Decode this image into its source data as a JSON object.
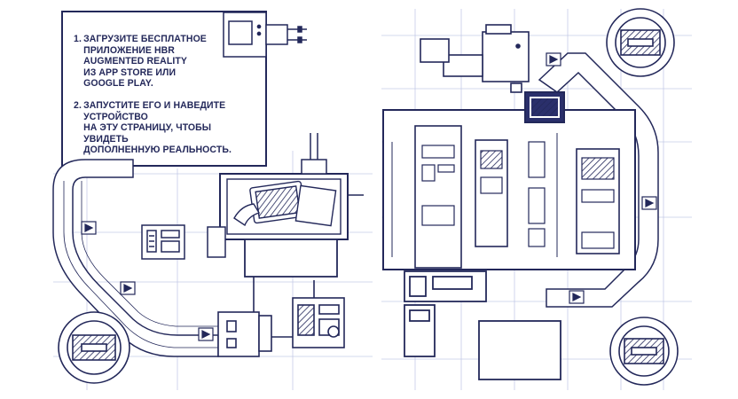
{
  "colors": {
    "ink": "#23285a",
    "line": "#7d86c4",
    "grid": "#c5cbe8",
    "fill": "#ffffff",
    "dark": "#2a2f6b"
  },
  "instructions": {
    "steps": [
      {
        "number": "1.",
        "text": "ЗАГРУЗИТЕ БЕСПЛАТНОЕ\nПРИЛОЖЕНИЕ HBR\nAUGMENTED REALITY\nИЗ APP STORE ИЛИ\nGOOGLE PLAY."
      },
      {
        "number": "2.",
        "text": "ЗАПУСТИТЕ ЕГО И НАВЕДИТЕ УСТРОЙСТВО\nНА ЭТУ СТРАНИЦУ, ЧТОБЫ УВИДЕТЬ\nДОПОЛНЕННУЮ РЕАЛЬНОСТЬ."
      }
    ]
  },
  "icons": [
    "tablet-icon",
    "hand-icon",
    "gear-hatch-icon",
    "conveyor-arrow-icon",
    "power-plug-icon"
  ]
}
